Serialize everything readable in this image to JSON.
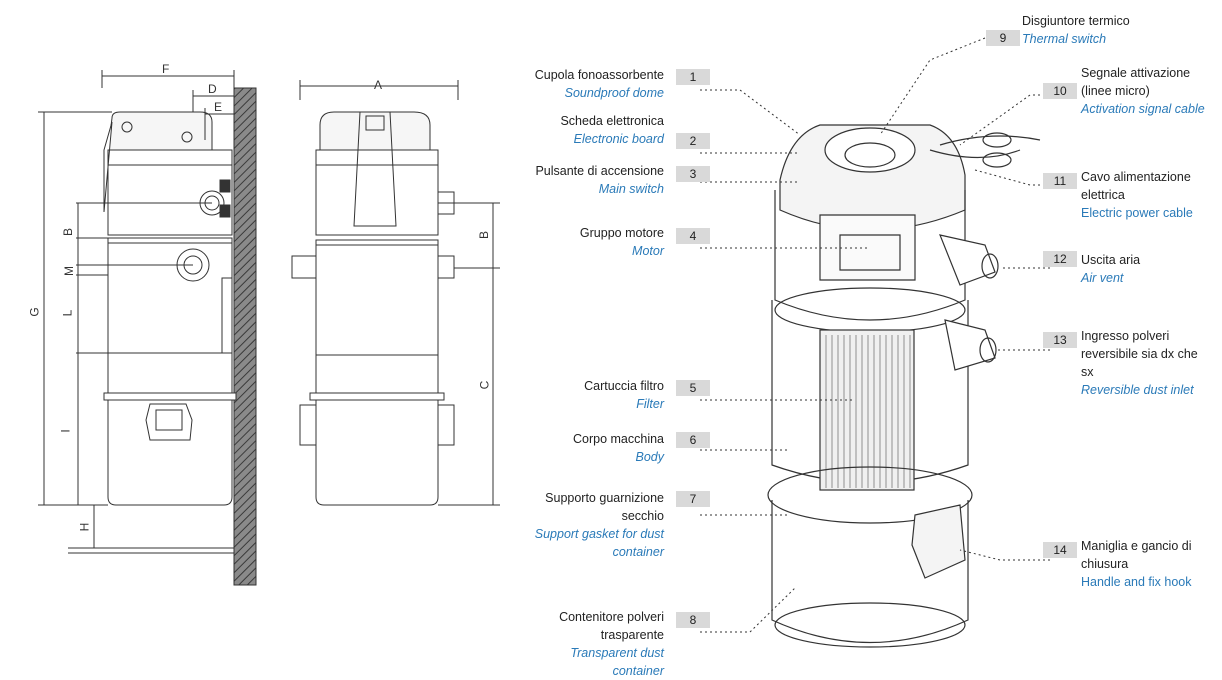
{
  "callouts": [
    {
      "num": "1",
      "it": "Cupola fonoassorbente",
      "en": "Soundproof dome"
    },
    {
      "num": "2",
      "it": "Scheda elettronica",
      "en": "Electronic board"
    },
    {
      "num": "3",
      "it": "Pulsante di accensione",
      "en": "Main switch"
    },
    {
      "num": "4",
      "it": "Gruppo motore",
      "en": "Motor"
    },
    {
      "num": "5",
      "it": "Cartuccia filtro",
      "en": "Filter"
    },
    {
      "num": "6",
      "it": "Corpo macchina",
      "en": "Body"
    },
    {
      "num": "7",
      "it": "Supporto guarnizione secchio",
      "en": "Support gasket for dust container"
    },
    {
      "num": "8",
      "it": "Contenitore polveri trasparente",
      "en": "Transparent dust container"
    },
    {
      "num": "9",
      "it": "Disgiuntore termico",
      "en": "Thermal switch"
    },
    {
      "num": "10",
      "it": "Segnale attivazione (linee micro)",
      "en": "Activation signal cable"
    },
    {
      "num": "11",
      "it": "Cavo alimentazione elettrica",
      "en": "Electric power cable"
    },
    {
      "num": "12",
      "it": "Uscita aria",
      "en": "Air vent"
    },
    {
      "num": "13",
      "it": "Ingresso polveri reversibile sia dx che sx",
      "en": "Reversible dust inlet"
    },
    {
      "num": "14",
      "it": "Maniglia e gancio di chiusura",
      "en": "Handle and fix hook"
    }
  ],
  "dimensions": [
    "F",
    "D",
    "E",
    "A",
    "B",
    "M",
    "L",
    "G",
    "I",
    "H",
    "B",
    "C"
  ]
}
